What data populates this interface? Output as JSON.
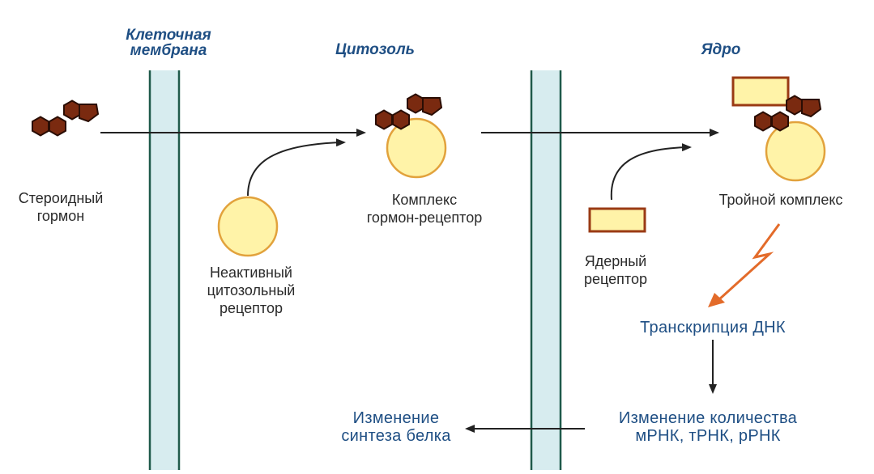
{
  "headers": {
    "membrane": "Клеточная\nмембрана",
    "cytosol": "Цитозоль",
    "nucleus": "Ядро"
  },
  "labels": {
    "steroid_hormone": "Стероидный\nгормон",
    "inactive_receptor": "Неактивный\nцитозольный\nрецептор",
    "hormone_receptor_complex": "Комплекс\nгормон-рецептор",
    "nuclear_receptor": "Ядерный\nрецептор",
    "triple_complex": "Тройной комплекс"
  },
  "process": {
    "transcription": "Транскрипция ДНК",
    "rna_change": "Изменение количества\nмРНК, тРНК, рРНК",
    "protein_change": "Изменение\nсинтеза белка"
  },
  "colors": {
    "hormone_fill": "#7a2a10",
    "hormone_stroke": "#2a0d04",
    "receptor_fill": "#fff3a8",
    "receptor_stroke": "#e2a23c",
    "nuclear_receptor_fill": "#fff3a8",
    "nuclear_receptor_stroke": "#9a3a14",
    "membrane_fill": "#d7ecef",
    "membrane_stroke": "#1f5a4a",
    "signal_arrow": "#e36b2a",
    "text_blue": "#1f4f84"
  }
}
